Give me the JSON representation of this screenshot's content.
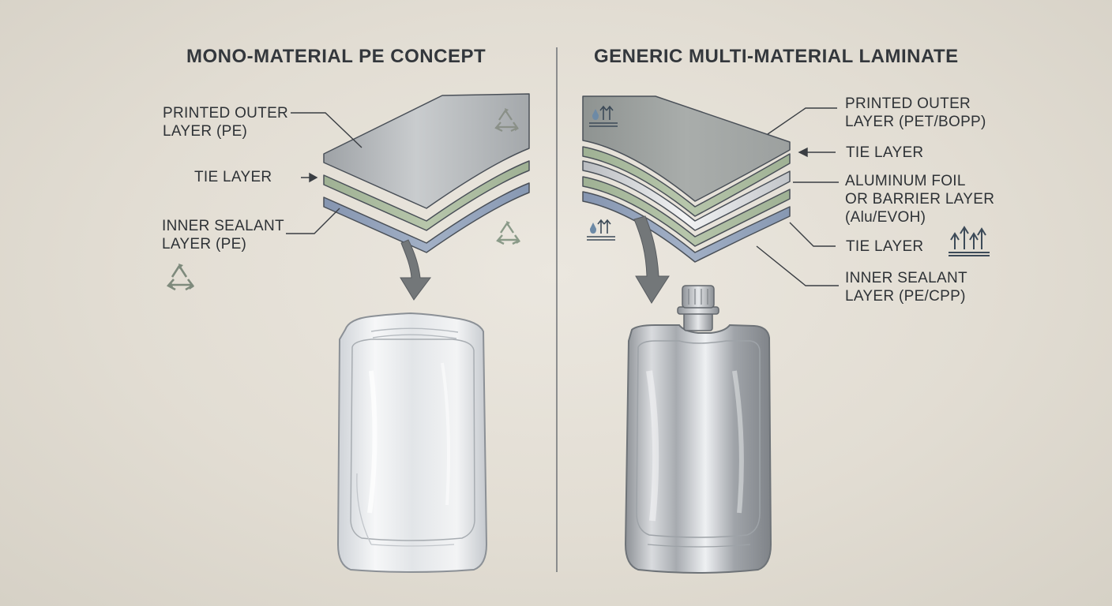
{
  "left_panel": {
    "title": "MONO-MATERIAL PE CONCEPT",
    "labels": {
      "outer": [
        "PRINTED OUTER",
        "LAYER (PE)"
      ],
      "tie": [
        "TIE LAYER"
      ],
      "inner": [
        "INNER SEALANT",
        "LAYER (PE)"
      ]
    },
    "icons": [
      "recycle-icon",
      "recycle-icon",
      "recycle-icon"
    ],
    "layer_colors": {
      "outer": "#a9adb1",
      "tie": "#a6b79a",
      "inner": "#8f9fb8"
    },
    "product": "stand-up-pouch-clear"
  },
  "right_panel": {
    "title": "GENERIC MULTI-MATERIAL LAMINATE",
    "labels": {
      "outer": [
        "PRINTED OUTER",
        "LAYER (PET/BOPP)"
      ],
      "tie_1": [
        "TIE LAYER"
      ],
      "barrier": [
        "ALUMINUM FOIL",
        "OR BARRIER LAYER",
        "(Alu/EVOH)"
      ],
      "tie_2": [
        "TIE LAYER"
      ],
      "inner": [
        "INNER SEALANT",
        "LAYER (PE/CPP)"
      ]
    },
    "icons": [
      "moisture-barrier-icon",
      "moisture-barrier-icon",
      "gas-barrier-icon"
    ],
    "layer_colors": {
      "outer": "#9a9e9d",
      "tie": "#a6b79a",
      "barrier": "#d4d6d9",
      "inner": "#8f9fb8"
    },
    "product": "spouted-pouch-foil"
  },
  "colors": {
    "background": "#e3ded5",
    "text": "#2f3236",
    "divider": "#6e7276",
    "arrow": "#6e7276"
  }
}
